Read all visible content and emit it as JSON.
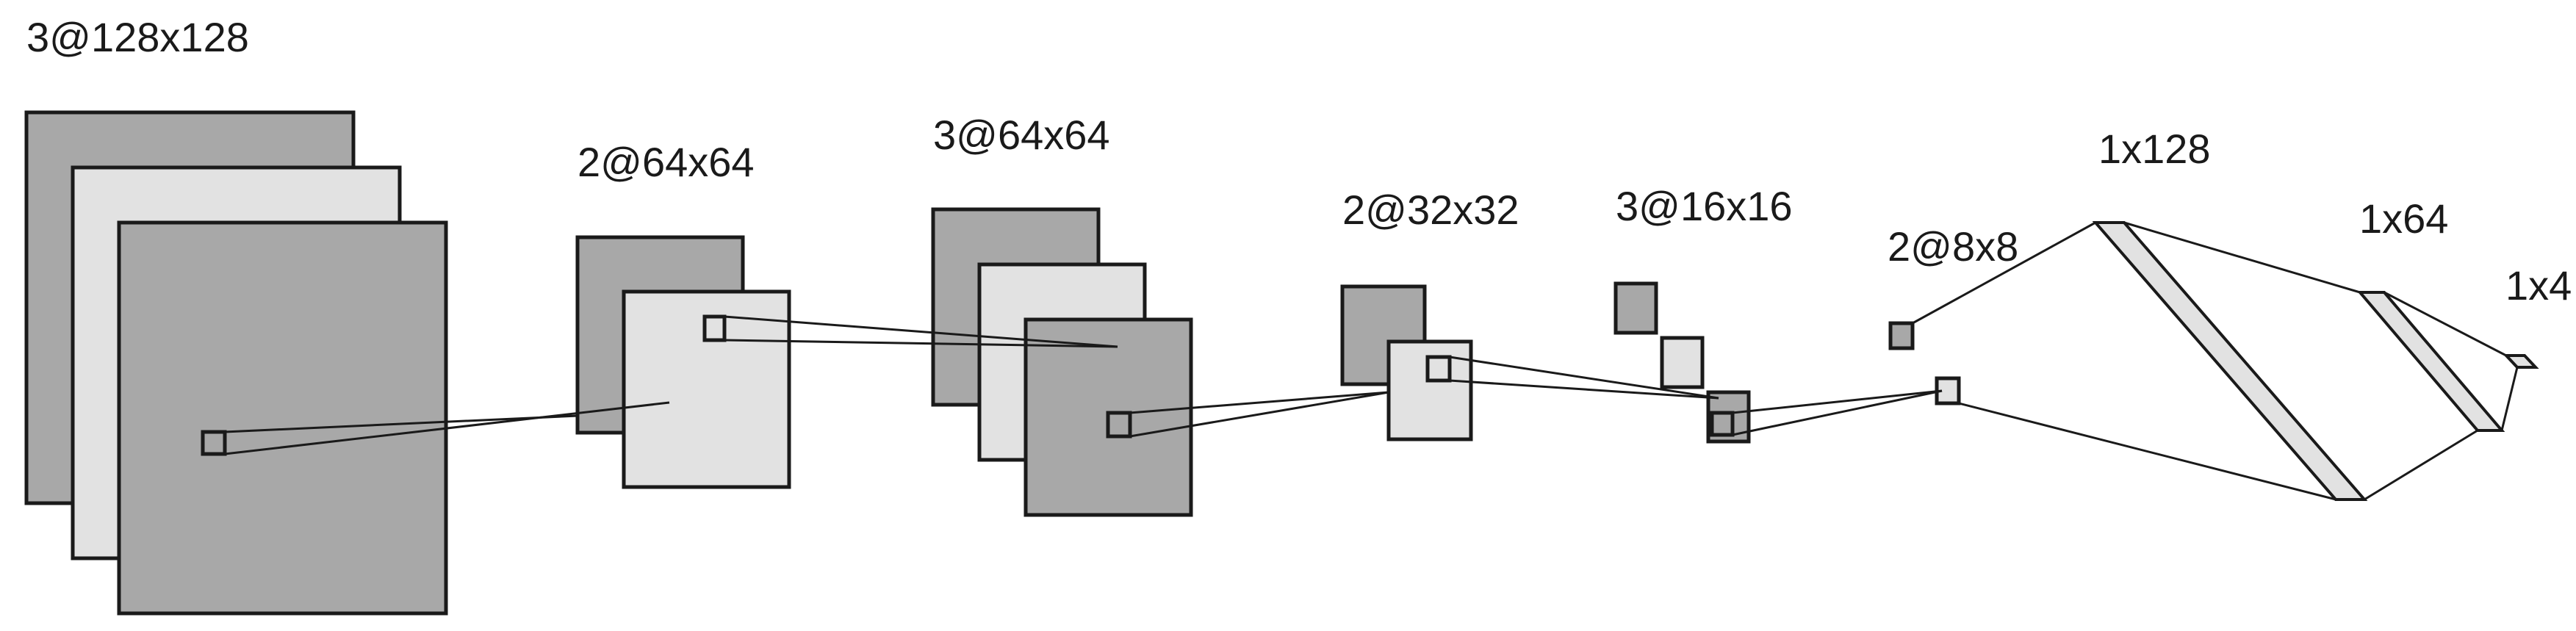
{
  "layers": [
    {
      "id": "input",
      "label": "3@128x128",
      "maps": 3,
      "size": 128
    },
    {
      "id": "conv1",
      "label": "2@64x64",
      "maps": 2,
      "size": 64
    },
    {
      "id": "conv2",
      "label": "3@64x64",
      "maps": 3,
      "size": 64
    },
    {
      "id": "pool1",
      "label": "2@32x32",
      "maps": 2,
      "size": 32
    },
    {
      "id": "conv3",
      "label": "3@16x16",
      "maps": 3,
      "size": 16
    },
    {
      "id": "pool2",
      "label": "2@8x8",
      "maps": 2,
      "size": 8
    },
    {
      "id": "fc1",
      "label": "1x128",
      "units": 128
    },
    {
      "id": "fc2",
      "label": "1x64",
      "units": 64
    },
    {
      "id": "out",
      "label": "1x4",
      "units": 4
    }
  ],
  "colors": {
    "dark_map": "#a8a8a8",
    "light_map": "#e2e2e2",
    "stroke": "#1a1a1a"
  }
}
